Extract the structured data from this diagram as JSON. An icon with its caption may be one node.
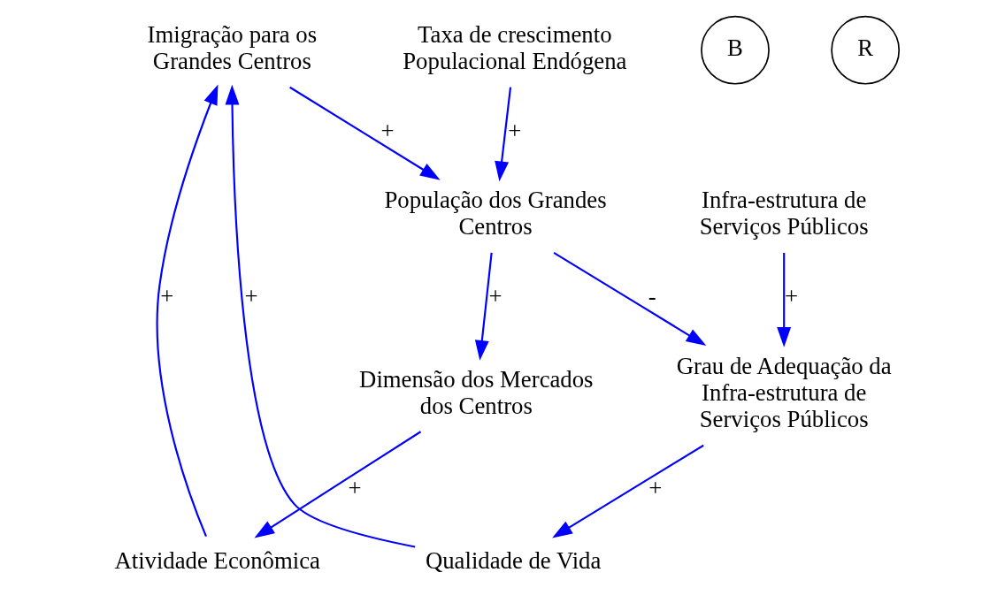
{
  "diagram": {
    "nodes": [
      {
        "text": [
          "Imigração para os Grandes Centros"
        ]
      },
      {
        "text": [
          "Atividade Econômica"
        ]
      },
      {
        "text": [
          "Qualidade de Vida"
        ]
      },
      {
        "text": [
          "População dos Grandes Centros"
        ]
      },
      {
        "text": [
          "Taxa de crescimento Populacional Endógena"
        ]
      },
      {
        "text": [
          "Dimensão dos Mercados dos Centros"
        ]
      },
      {
        "text": [
          "Grau de Adequação da Infra-estrutura de Serviços Públicos"
        ]
      },
      {
        "text": [
          "Infra-estrutura de Serviços Públicos"
        ]
      }
    ],
    "edges": [
      {
        "from": 2,
        "to": 0,
        "arrow": "to",
        "label": "+"
      },
      {
        "from": 1,
        "to": 0,
        "arrow": "to",
        "label": "+"
      },
      {
        "from": 0,
        "to": 3,
        "arrow": "to",
        "label": "+"
      },
      {
        "from": 4,
        "to": 3,
        "arrow": "to",
        "label": "+"
      },
      {
        "from": 3,
        "to": 5,
        "arrow": "to",
        "label": "+"
      },
      {
        "from": 5,
        "to": 1,
        "arrow": "to",
        "label": "+"
      },
      {
        "from": 3,
        "to": 6,
        "arrow": "to",
        "label": "-"
      },
      {
        "from": 6,
        "to": 2,
        "arrow": "to",
        "label": "+"
      },
      {
        "from": 7,
        "to": 6,
        "arrow": "to",
        "label": "+"
      }
    ],
    "labels": [
      "B",
      "R"
    ]
  }
}
